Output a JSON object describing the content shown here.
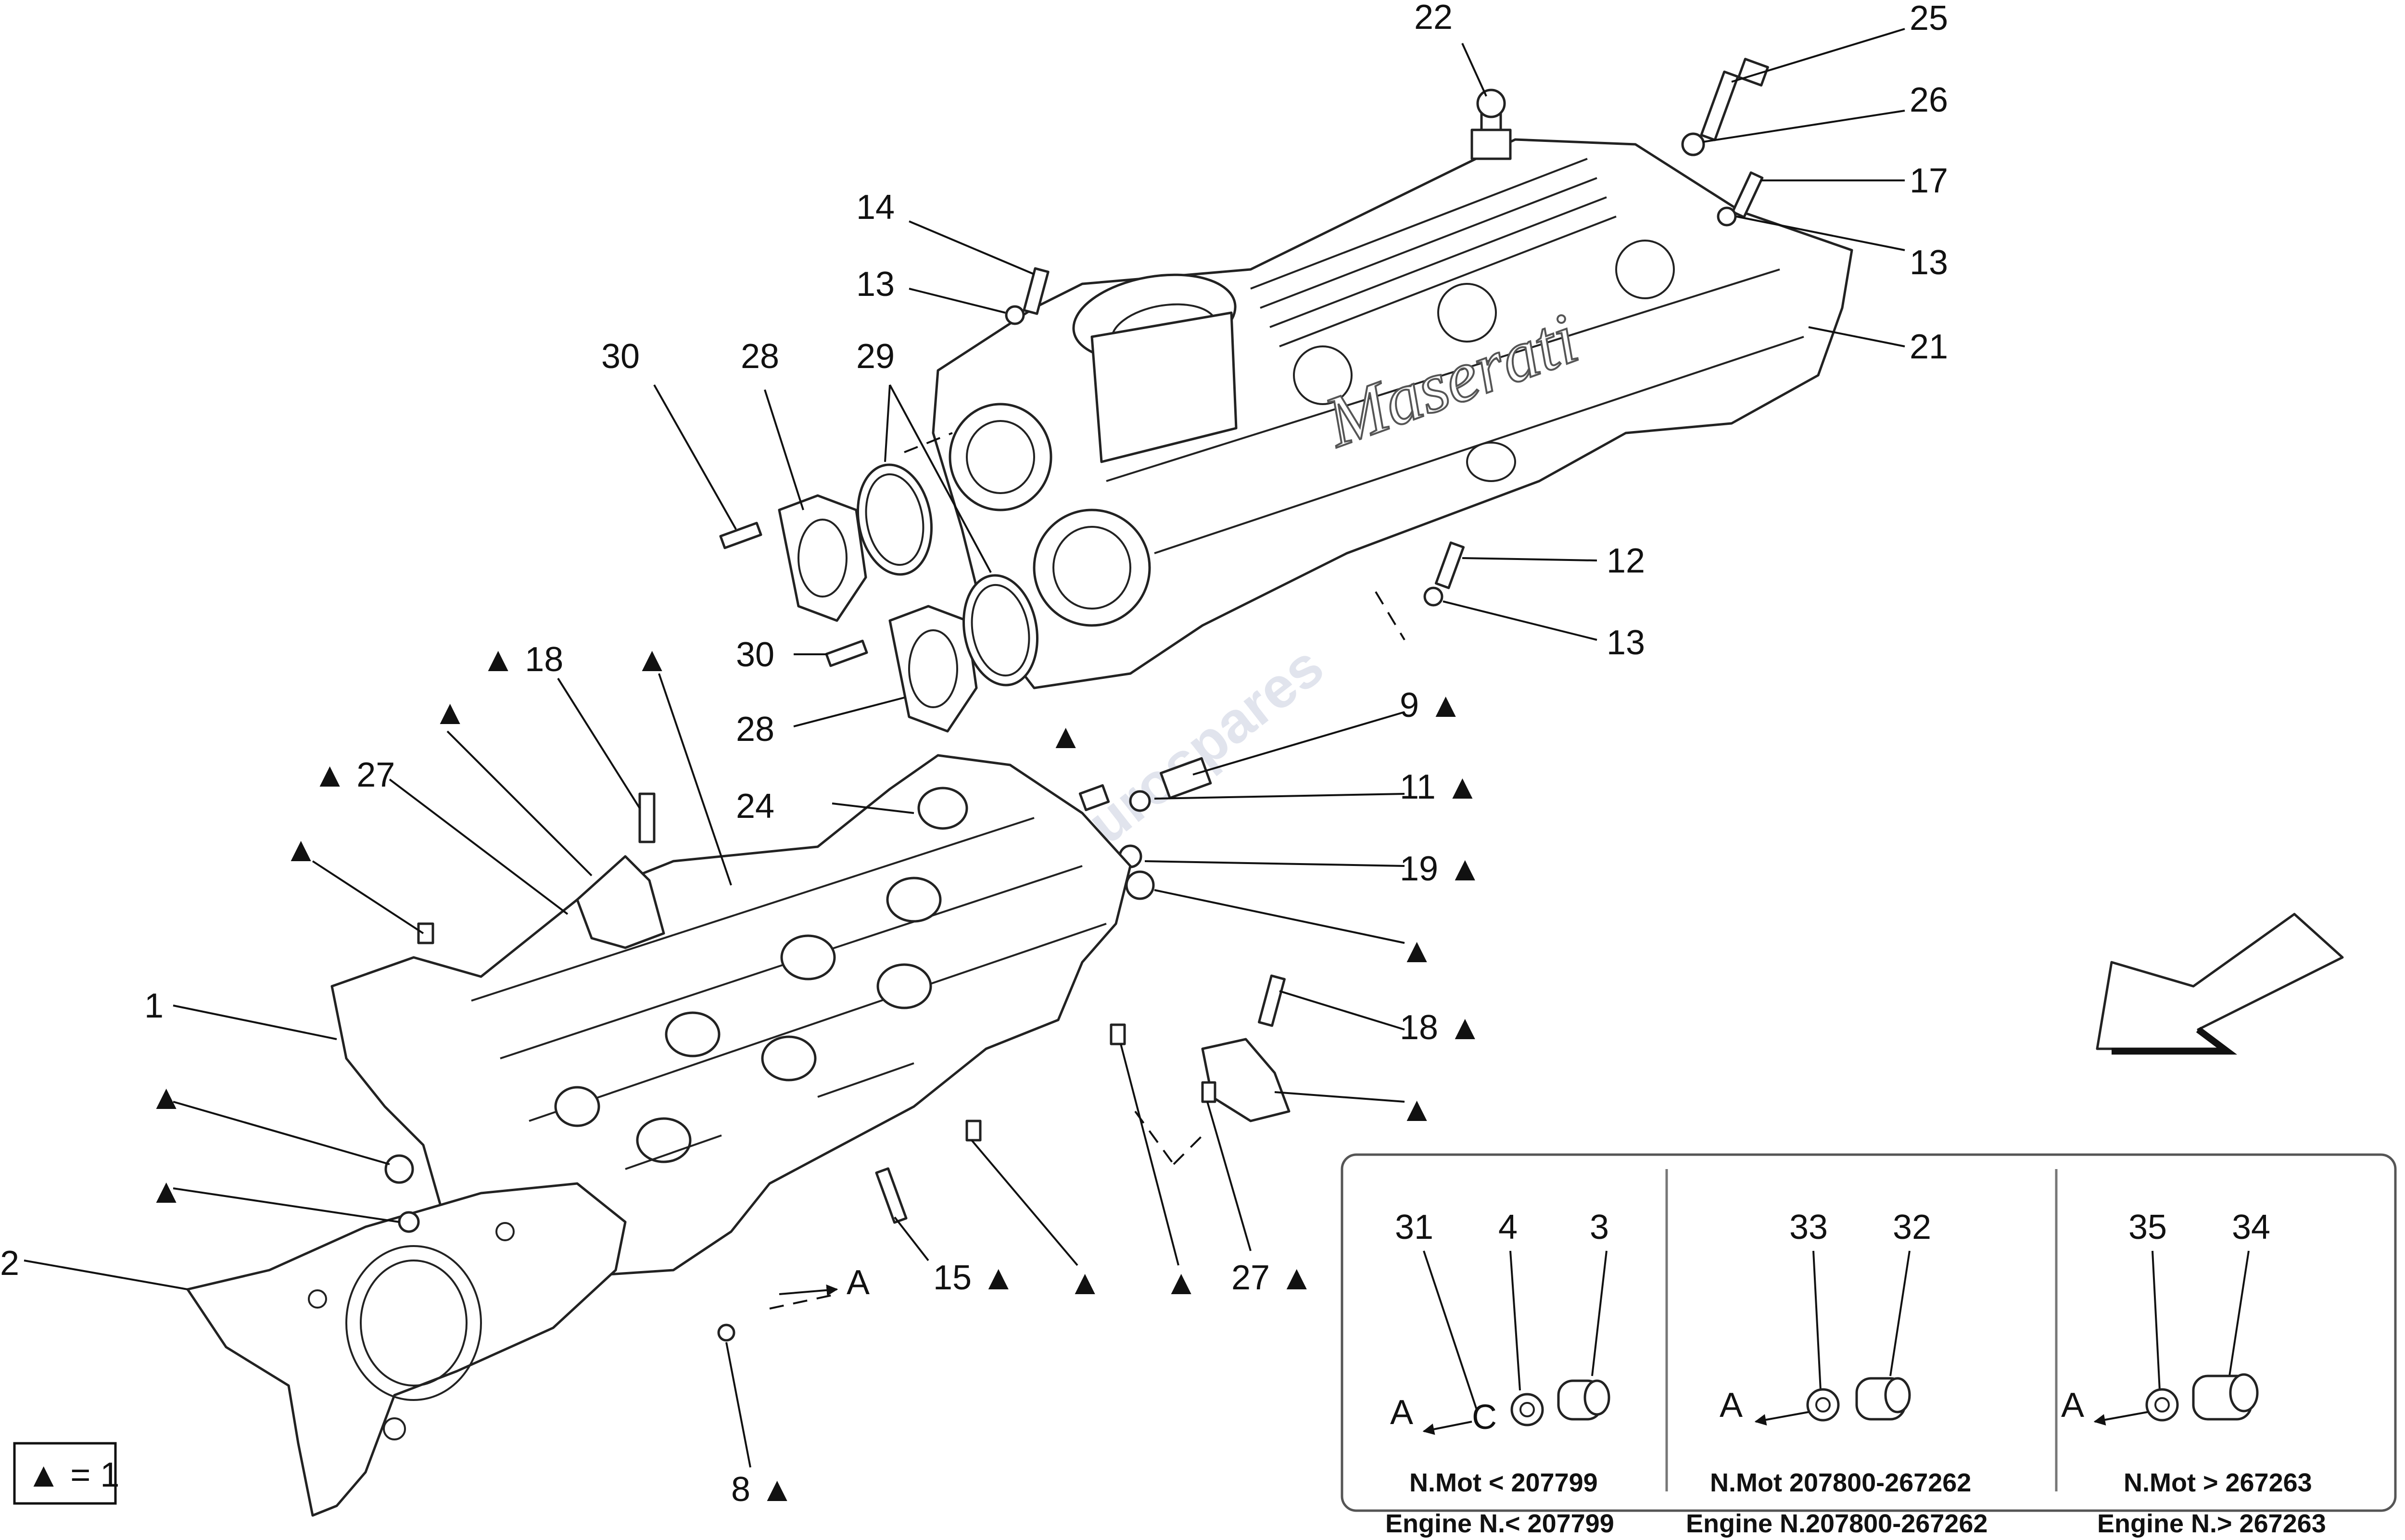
{
  "callouts": [
    {
      "id": "c22",
      "text": "22"
    },
    {
      "id": "c25",
      "text": "25"
    },
    {
      "id": "c26",
      "text": "26"
    },
    {
      "id": "c17",
      "text": "17"
    },
    {
      "id": "c13a",
      "text": "13"
    },
    {
      "id": "c21",
      "text": "21"
    },
    {
      "id": "c14",
      "text": "14"
    },
    {
      "id": "c13b",
      "text": "13"
    },
    {
      "id": "c30a",
      "text": "30"
    },
    {
      "id": "c28a",
      "text": "28"
    },
    {
      "id": "c29",
      "text": "29"
    },
    {
      "id": "c12",
      "text": "12"
    },
    {
      "id": "c13c",
      "text": "13"
    },
    {
      "id": "c30b",
      "text": "30"
    },
    {
      "id": "c28b",
      "text": "28"
    },
    {
      "id": "c9",
      "text": "9 ▲"
    },
    {
      "id": "c18a",
      "text": "▲ 18"
    },
    {
      "id": "c27a",
      "text": "▲ 27"
    },
    {
      "id": "c24",
      "text": "24"
    },
    {
      "id": "c11",
      "text": "11 ▲"
    },
    {
      "id": "c19",
      "text": "19 ▲"
    },
    {
      "id": "c18b",
      "text": "18 ▲"
    },
    {
      "id": "c1",
      "text": "1"
    },
    {
      "id": "c2",
      "text": "2"
    },
    {
      "id": "c15",
      "text": "15 ▲"
    },
    {
      "id": "c27b",
      "text": "27 ▲"
    },
    {
      "id": "c8",
      "text": "8 ▲"
    },
    {
      "id": "cA",
      "text": "A"
    }
  ],
  "triangles": [
    "▲",
    "▲",
    "▲",
    "▲",
    "▲",
    "▲",
    "▲",
    "▲",
    "▲",
    "▲",
    "▲"
  ],
  "legend": {
    "text": "▲ = 1"
  },
  "watermark": {
    "text": "eurospares"
  },
  "cover_brand": {
    "text": "Maserati"
  },
  "inset": {
    "sections": [
      {
        "parts": [
          "31",
          "4",
          "3"
        ],
        "arrow_label": "A",
        "small_label": "C",
        "line1": "N.Mot < 207799",
        "line2": "Engine N.< 207799"
      },
      {
        "parts": [
          "33",
          "32"
        ],
        "arrow_label": "A",
        "line1": "N.Mot 207800-267262",
        "line2": "Engine N.207800-267262"
      },
      {
        "parts": [
          "35",
          "34"
        ],
        "arrow_label": "A",
        "line1": "N.Mot > 267263",
        "line2": "Engine N.> 267263"
      }
    ]
  }
}
